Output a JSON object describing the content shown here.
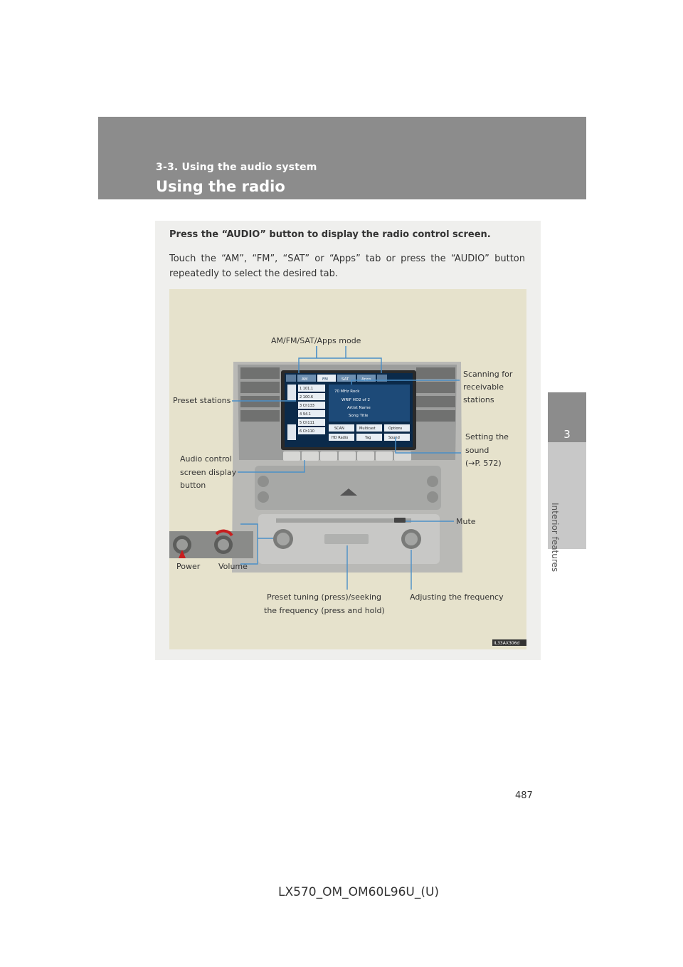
{
  "header": {
    "section_label": "3-3. Using the audio system",
    "title": "Using the radio"
  },
  "side_tab": {
    "number": "3",
    "label": "Interior features"
  },
  "intro": {
    "line1": "Press the “AUDIO” button to display the radio control screen.",
    "line2": "Touch the “AM”, “FM”, “SAT” or “Apps” tab or press the “AUDIO” button repeatedly to select the desired tab."
  },
  "figure": {
    "callouts": {
      "mode": "AM/FM/SAT/Apps mode",
      "scan_1": "Scanning for",
      "scan_2": "receivable",
      "scan_3": "stations",
      "preset_stations": "Preset stations",
      "sound_1": "Setting the",
      "sound_2": "sound",
      "sound_3": "(→P. 572)",
      "audio_1": "Audio control",
      "audio_2": "screen display",
      "audio_3": "button",
      "mute": "Mute",
      "power": "Power",
      "volume": "Volume",
      "tune_1": "Preset tuning (press)/seeking",
      "tune_2": "the frequency (press and hold)",
      "adjust": "Adjusting the frequency"
    },
    "screen": {
      "tabs": [
        "AM",
        "FM",
        "SAT",
        "Apps"
      ],
      "presets": [
        "1  101.1",
        "2  100.6",
        "3  Ch133",
        "4  94.1",
        "5  Ch111",
        "6  Ch110"
      ],
      "info": [
        "70  MHz        Rock",
        "WRIF HD2 of 2",
        "Artist Name",
        "Song Title"
      ],
      "buttons": [
        "SCAN",
        "Multicast",
        "Options",
        "HD Radio",
        "Tag",
        "Sound"
      ]
    },
    "image_code": "IL33AX306d"
  },
  "page_number": "487",
  "footer": "LX570_OM_OM60L96U_(U)",
  "colors": {
    "header_gray": "#8c8c8c",
    "box_bg": "#efefed",
    "figure_bg": "#e6e2cc",
    "leader_blue": "#4a8fc7"
  }
}
